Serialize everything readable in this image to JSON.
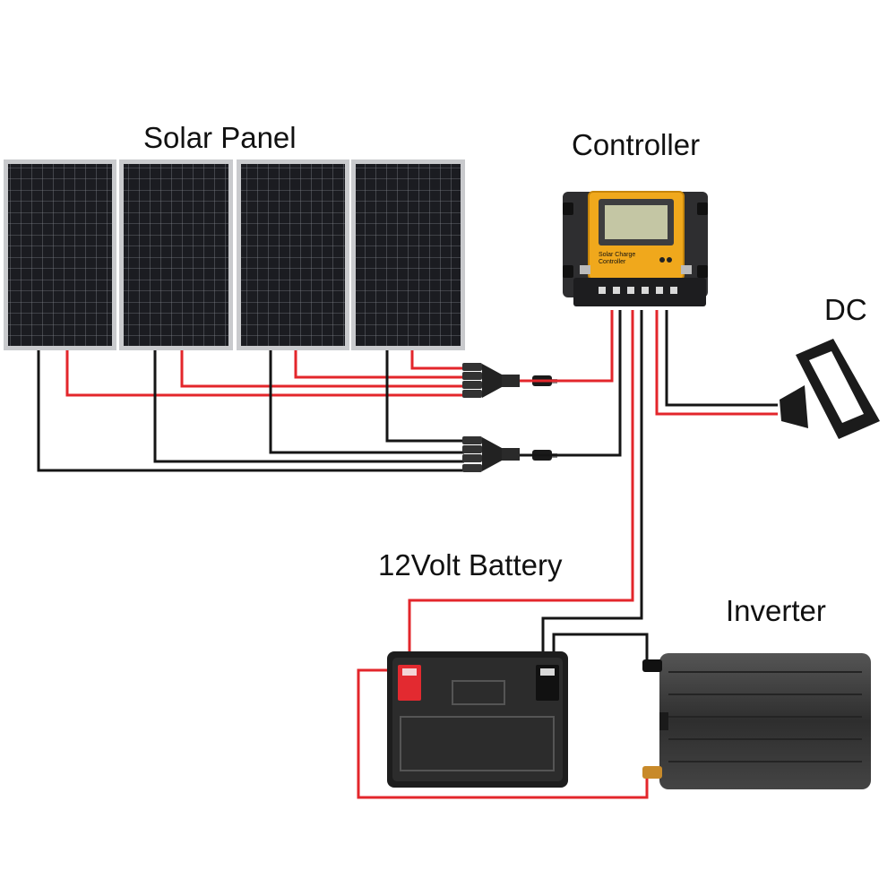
{
  "labels": {
    "solar_panel": "Solar Panel",
    "controller": "Controller",
    "dc": "DC",
    "battery": "12Volt Battery",
    "inverter": "Inverter"
  },
  "controller_face": {
    "line1": "Solar Charge",
    "line2": "Controller"
  },
  "colors": {
    "positive_wire": "#e3262b",
    "negative_wire": "#151515",
    "controller_body": "#f0a81c",
    "panel_cell": "#1c1d22",
    "inverter_body": "#3a3a3a"
  },
  "panels": {
    "count": 4
  }
}
